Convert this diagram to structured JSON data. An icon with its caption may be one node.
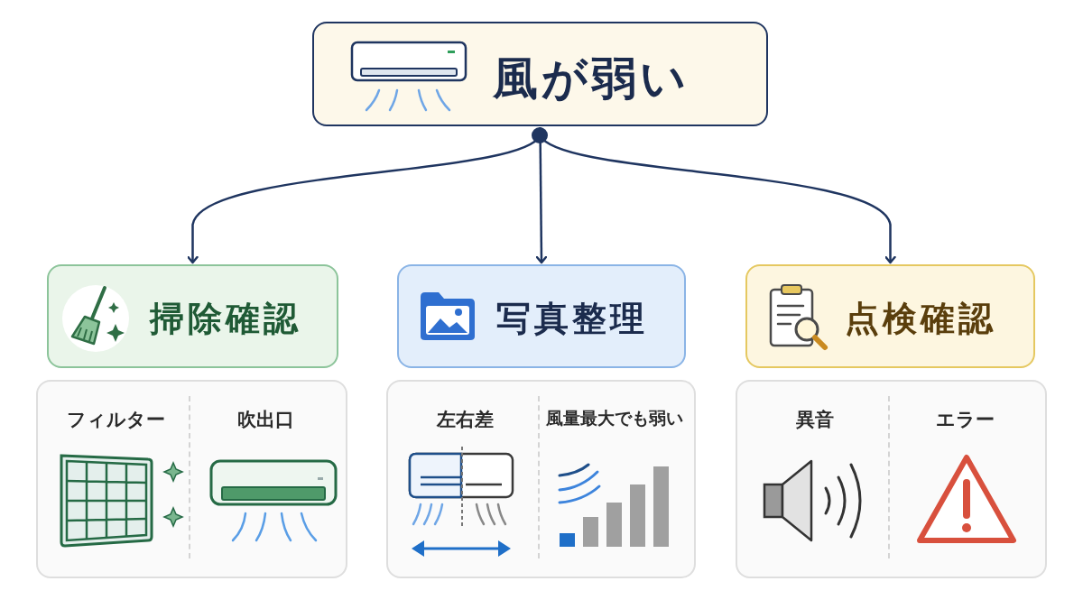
{
  "diagram": {
    "nodes": [
      {
        "text": [
          "風が弱い"
        ]
      },
      {
        "text": [
          "掃除確認"
        ]
      },
      {
        "text": [
          "写真整理"
        ]
      },
      {
        "text": [
          "点検確認"
        ]
      },
      {
        "text": [
          "フィルター",
          "吹出口"
        ]
      },
      {
        "text": [
          "左右差",
          "風量最大でも弱い"
        ]
      },
      {
        "text": [
          "異音",
          "エラー"
        ]
      }
    ],
    "edges": [
      {
        "from": 0,
        "to": 1,
        "arrow": "to"
      },
      {
        "from": 0,
        "to": 2,
        "arrow": "to"
      },
      {
        "from": 0,
        "to": 3,
        "arrow": "to"
      }
    ]
  }
}
